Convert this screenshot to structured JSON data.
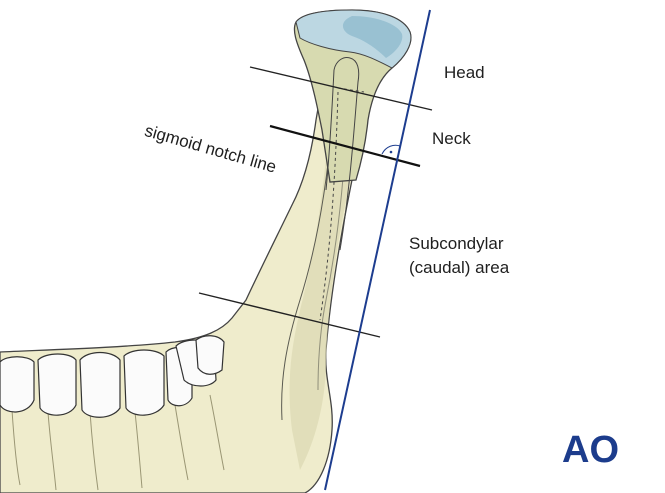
{
  "labels": {
    "head": "Head",
    "neck": "Neck",
    "subcondylar_line1": "Subcondylar",
    "subcondylar_line2": "(caudal) area",
    "sigmoid": "sigmoid notch line"
  },
  "logo": {
    "text": "AO",
    "color": "#1c3c8c"
  },
  "colors": {
    "bone": "#efeccc",
    "bone_shade": "#dcd9b4",
    "cartilage": "#bcd7e2",
    "cartilage_dark": "#8ab8cc",
    "axis_line": "#1d3d8f",
    "outline": "#333333"
  }
}
